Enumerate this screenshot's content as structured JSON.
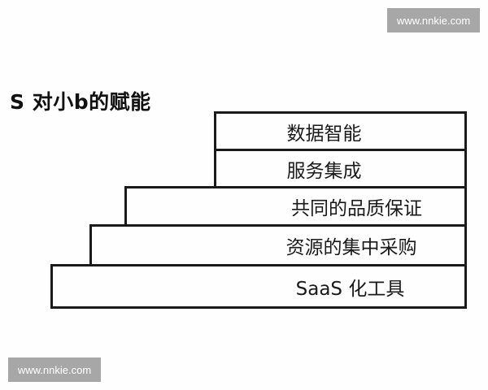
{
  "watermarks": {
    "top": "www.nnkie.com",
    "bottom": "www.nnkie.com"
  },
  "diagram": {
    "title": "S 对小b的赋能",
    "steps": [
      {
        "label": "数据智能",
        "level": 5
      },
      {
        "label": "服务集成",
        "level": 4
      },
      {
        "label": "共同的品质保证",
        "level": 3
      },
      {
        "label": "资源的集中采购",
        "level": 2
      },
      {
        "label": "SaaS 化工具",
        "level": 1
      }
    ],
    "colors": {
      "line": "#1a1a1a",
      "background": "#fefefe",
      "watermark_bg": "#a7a7a7"
    }
  }
}
